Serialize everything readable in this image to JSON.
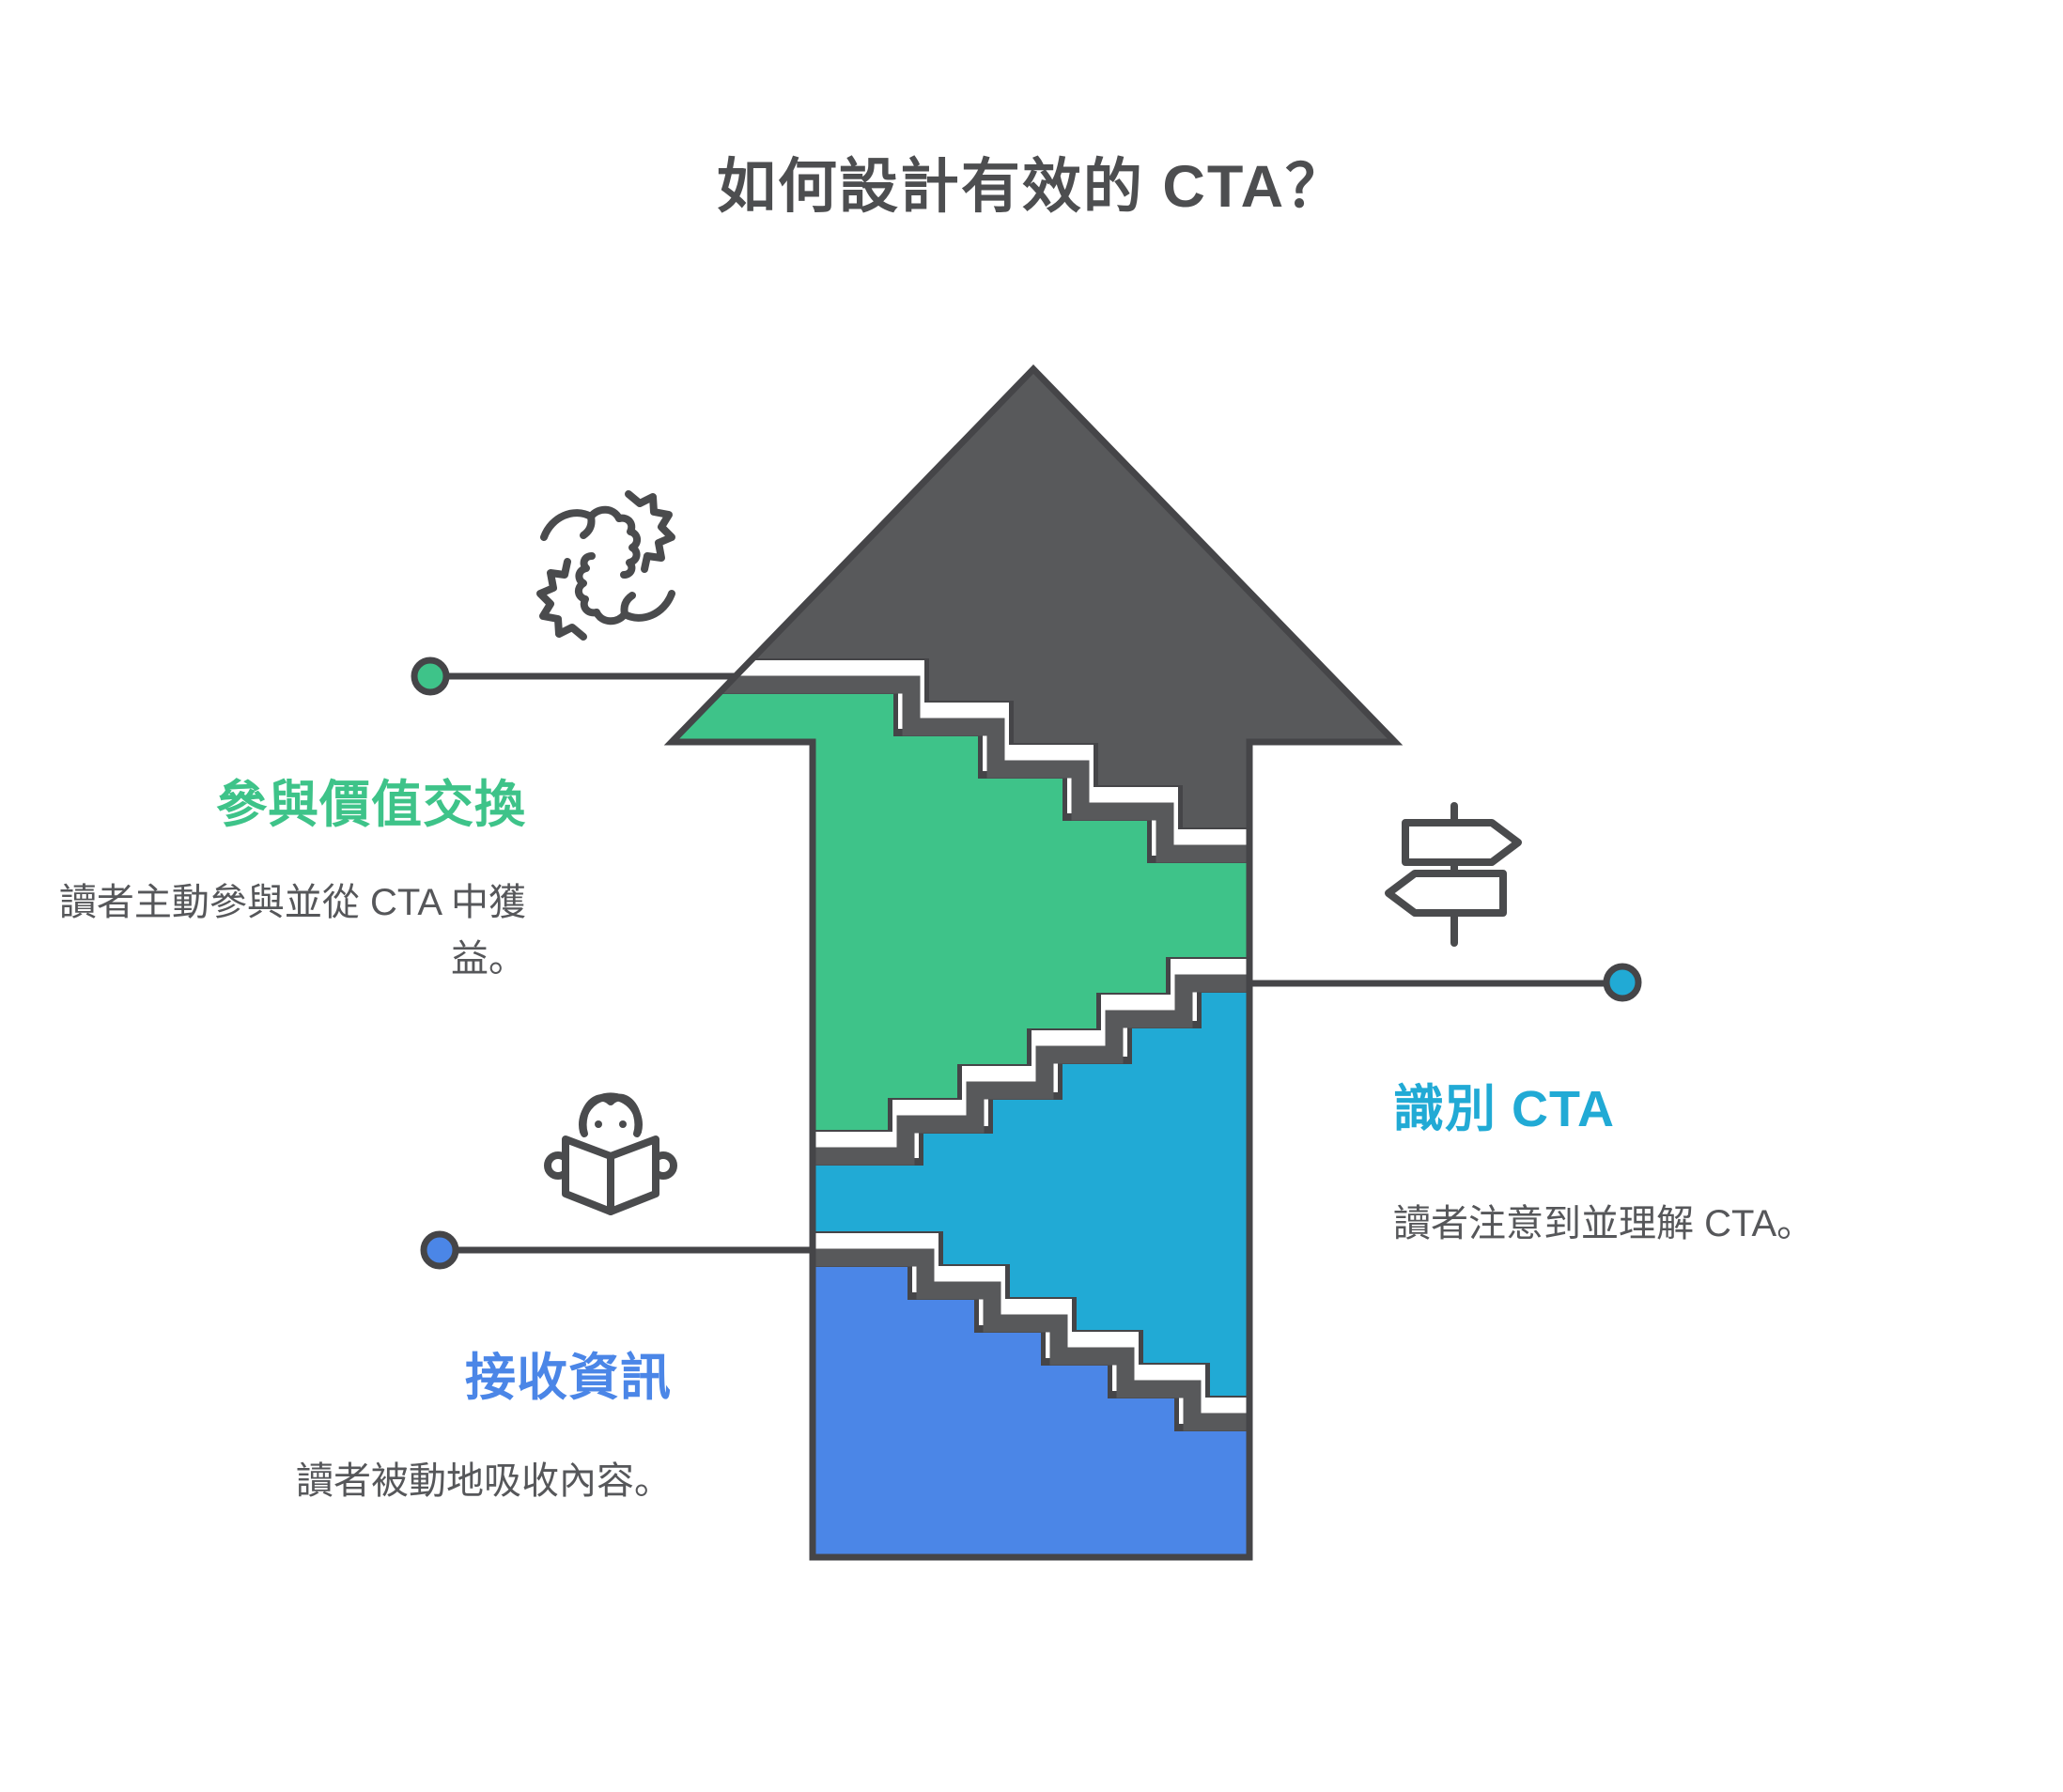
{
  "title": "如何設計有效的 CTA？",
  "diagram": {
    "type": "staircase-arrow",
    "direction": "up",
    "arrow_body_color": "#58595b",
    "outline_color": "#454548",
    "step_highlight_color": "#ffffff",
    "step_face_color": "#58595b",
    "title_color": "#4d4e50",
    "body_text_color": "#56575a"
  },
  "stages": [
    {
      "id": "exchange",
      "label": "參與價值交換",
      "description": "讀者主動參與並從 CTA 中獲\n益。",
      "color": "#3ec389",
      "icon": "handshake-icon",
      "position": "top-left"
    },
    {
      "id": "identify",
      "label": "識別 CTA",
      "description": "讀者注意到並理解 CTA。",
      "color": "#21aad5",
      "icon": "signpost-icon",
      "position": "middle-right"
    },
    {
      "id": "receive",
      "label": "接收資訊",
      "description": "讀者被動地吸收內容。",
      "color": "#4b86e7",
      "icon": "reading-person-icon",
      "position": "bottom-left"
    }
  ]
}
